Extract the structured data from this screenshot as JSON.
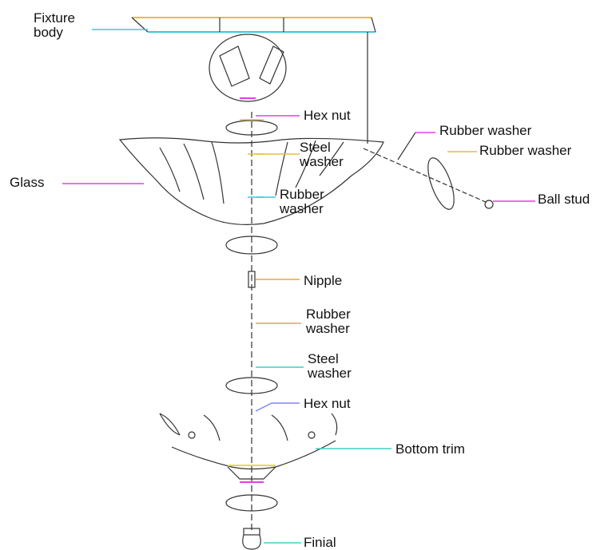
{
  "diagram": {
    "labels": {
      "fixture_body": "Fixture\nbody",
      "hex_nut_top": "Hex nut",
      "steel_washer_top": "Steel\nwasher",
      "glass": "Glass",
      "rubber_washer_upper": "Rubber\nwasher",
      "rubber_washer_1": "Rubber washer",
      "rubber_washer_2": "Rubber washer",
      "ball_stud": "Ball stud",
      "nipple": "Nipple",
      "rubber_washer_lower": "Rubber\nwasher",
      "steel_washer_bottom": "Steel\nwasher",
      "hex_nut_bottom": "Hex nut",
      "bottom_trim": "Bottom trim",
      "finial": "Finial"
    },
    "colors": {
      "line": "#333333",
      "leader_cyan": "#38c8e0",
      "leader_magenta": "#e040e0",
      "leader_orange": "#f0a040",
      "leader_yellow": "#e8e040",
      "leader_green": "#40d060"
    }
  }
}
